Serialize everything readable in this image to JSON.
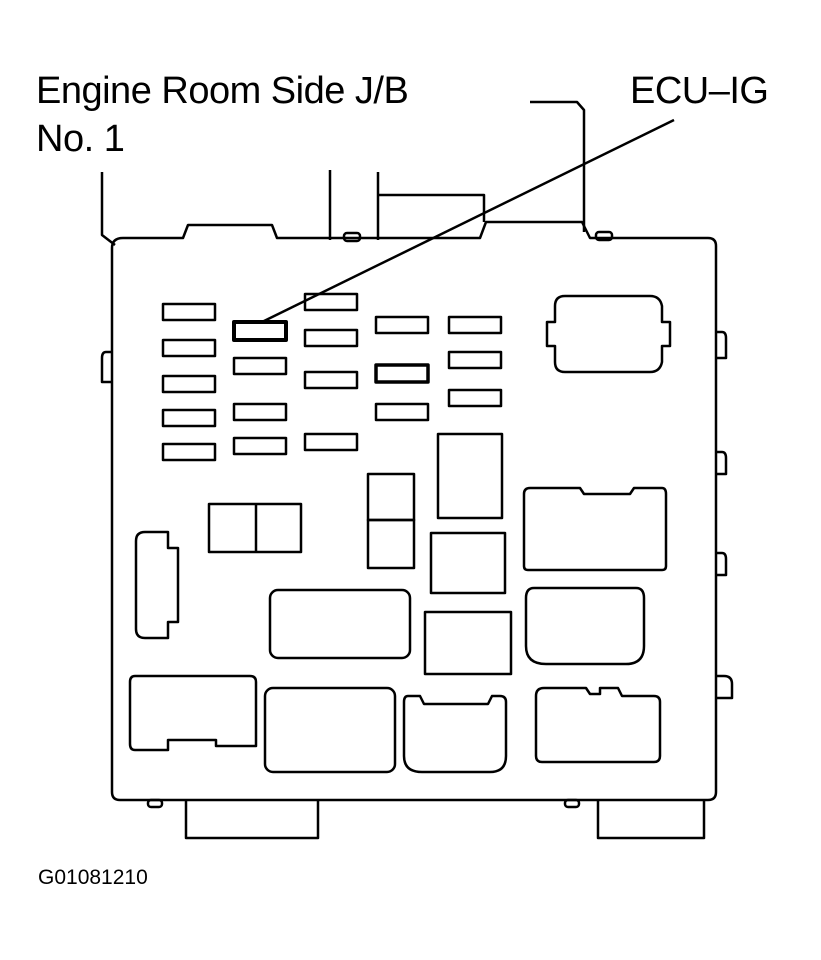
{
  "title": {
    "line1": "Engine Room Side J/B",
    "line2": "No. 1"
  },
  "callout_label": "ECU–IG",
  "figure_code": "G01081210",
  "colors": {
    "ink": "#000000",
    "paper": "#ffffff"
  }
}
